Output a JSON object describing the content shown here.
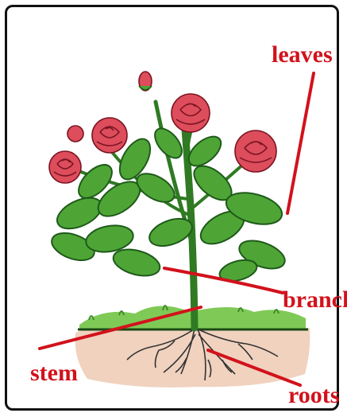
{
  "labels": {
    "leaves": "leaves",
    "branch": "branch",
    "stem": "stem",
    "roots": "roots"
  },
  "colors": {
    "label": "#d2121c",
    "leaf": "#4ea536",
    "leaf_dark": "#1f5a1a",
    "flower": "#dd4d5c",
    "soil": "#f0d2bf",
    "grass": "#6fbf4a",
    "frame": "#111111"
  }
}
